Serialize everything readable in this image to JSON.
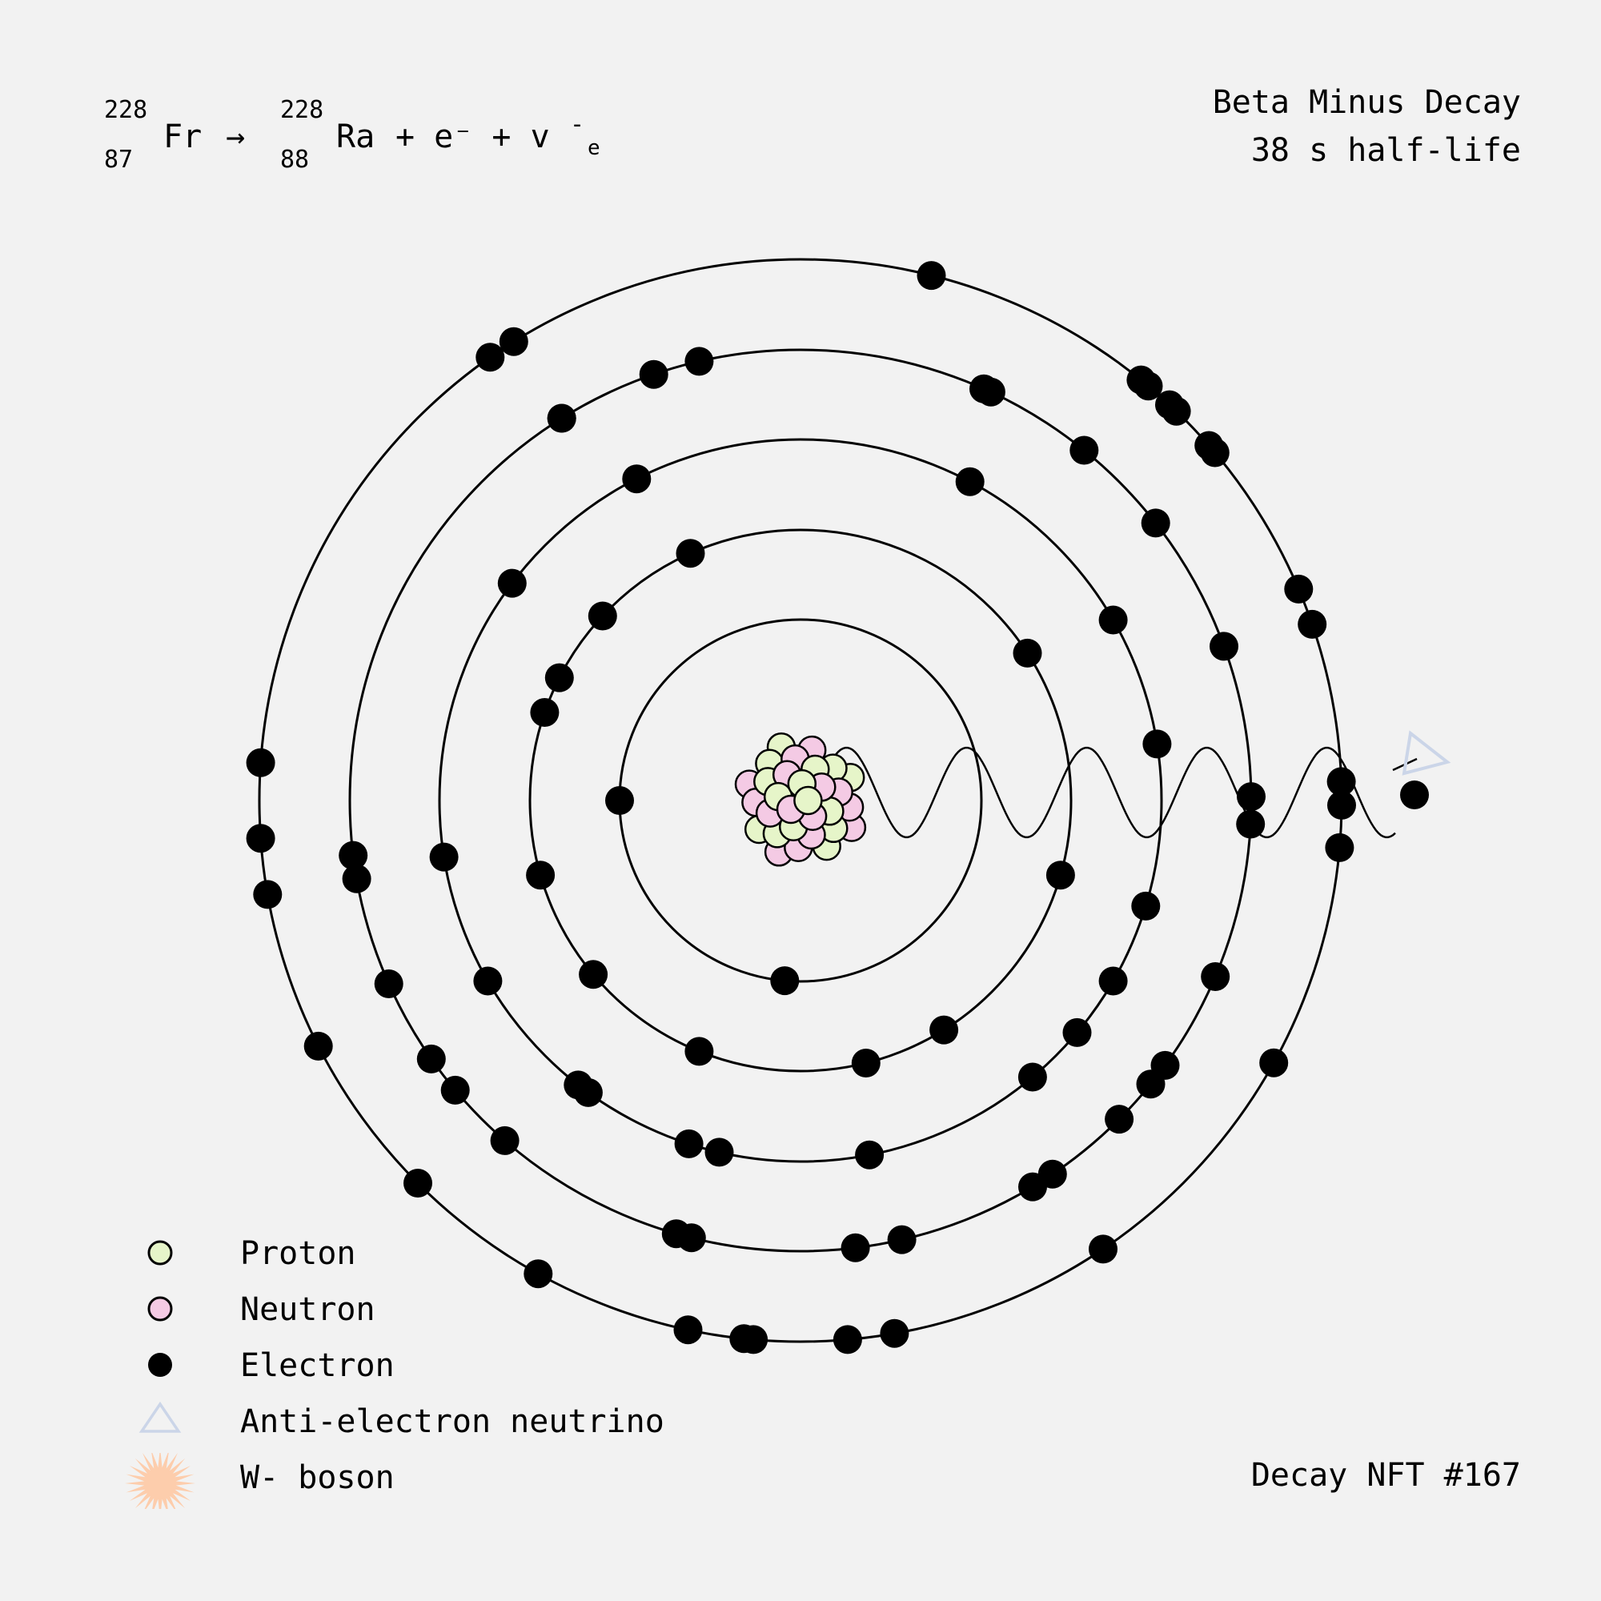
{
  "equation": {
    "parent": {
      "mass": "228",
      "atomic": "87",
      "symbol": "Fr"
    },
    "arrow": "→",
    "daughter": {
      "mass": "228",
      "atomic": "88",
      "symbol": "Ra"
    },
    "products_text": "+ e⁻ + v",
    "neutrino_bar": "-",
    "neutrino_sub": "e"
  },
  "decay": {
    "type": "Beta Minus Decay",
    "half_life": "38 s half-life"
  },
  "nft_label": "Decay NFT #167",
  "legend": [
    {
      "label": "Proton",
      "icon": "proton-circle"
    },
    {
      "label": "Neutron",
      "icon": "neutron-circle"
    },
    {
      "label": "Electron",
      "icon": "electron-dot"
    },
    {
      "label": "Anti-electron neutrino",
      "icon": "triangle"
    },
    {
      "label": "W- boson",
      "icon": "starburst"
    }
  ],
  "colors": {
    "background": "#f2f2f2",
    "proton": "#e6f5c9",
    "neutron": "#f4cae4",
    "electron": "#000000",
    "neutrino": "#cbd5e8",
    "w_boson": "#fdcdac"
  },
  "shells": [
    {
      "shell": 1,
      "electron_angles_deg": [
        180,
        95
      ]
    },
    {
      "shell": 2,
      "electron_angles_deg": [
        -33,
        -114,
        -137,
        -153,
        -161,
        164,
        16,
        58,
        76,
        112,
        140
      ]
    },
    {
      "shell": 3,
      "electron_angles_deg": [
        -62,
        -117,
        -143,
        171,
        150,
        128,
        126,
        108,
        103,
        79,
        50,
        40,
        30,
        17,
        -9,
        -30
      ]
    },
    {
      "shell": 4,
      "electron_angles_deg": [
        -20,
        -38,
        -51,
        -65,
        -66,
        -103,
        -109,
        -122,
        -122,
        173,
        170,
        156,
        145,
        140,
        131,
        106,
        104,
        83,
        77,
        59,
        56,
        45,
        39,
        36,
        23,
        3,
        -0.5
      ]
    },
    {
      "shell": 5,
      "electron_angles_deg": [
        -76,
        -51,
        -50,
        -47,
        -46,
        -41,
        -40,
        -23,
        -19,
        -2,
        0.5,
        5,
        29,
        56,
        80,
        85,
        95,
        96,
        102,
        119,
        135,
        153,
        176,
        -176,
        170,
        -122,
        -125
      ]
    }
  ],
  "nucleus": {
    "particle_count": 30
  }
}
